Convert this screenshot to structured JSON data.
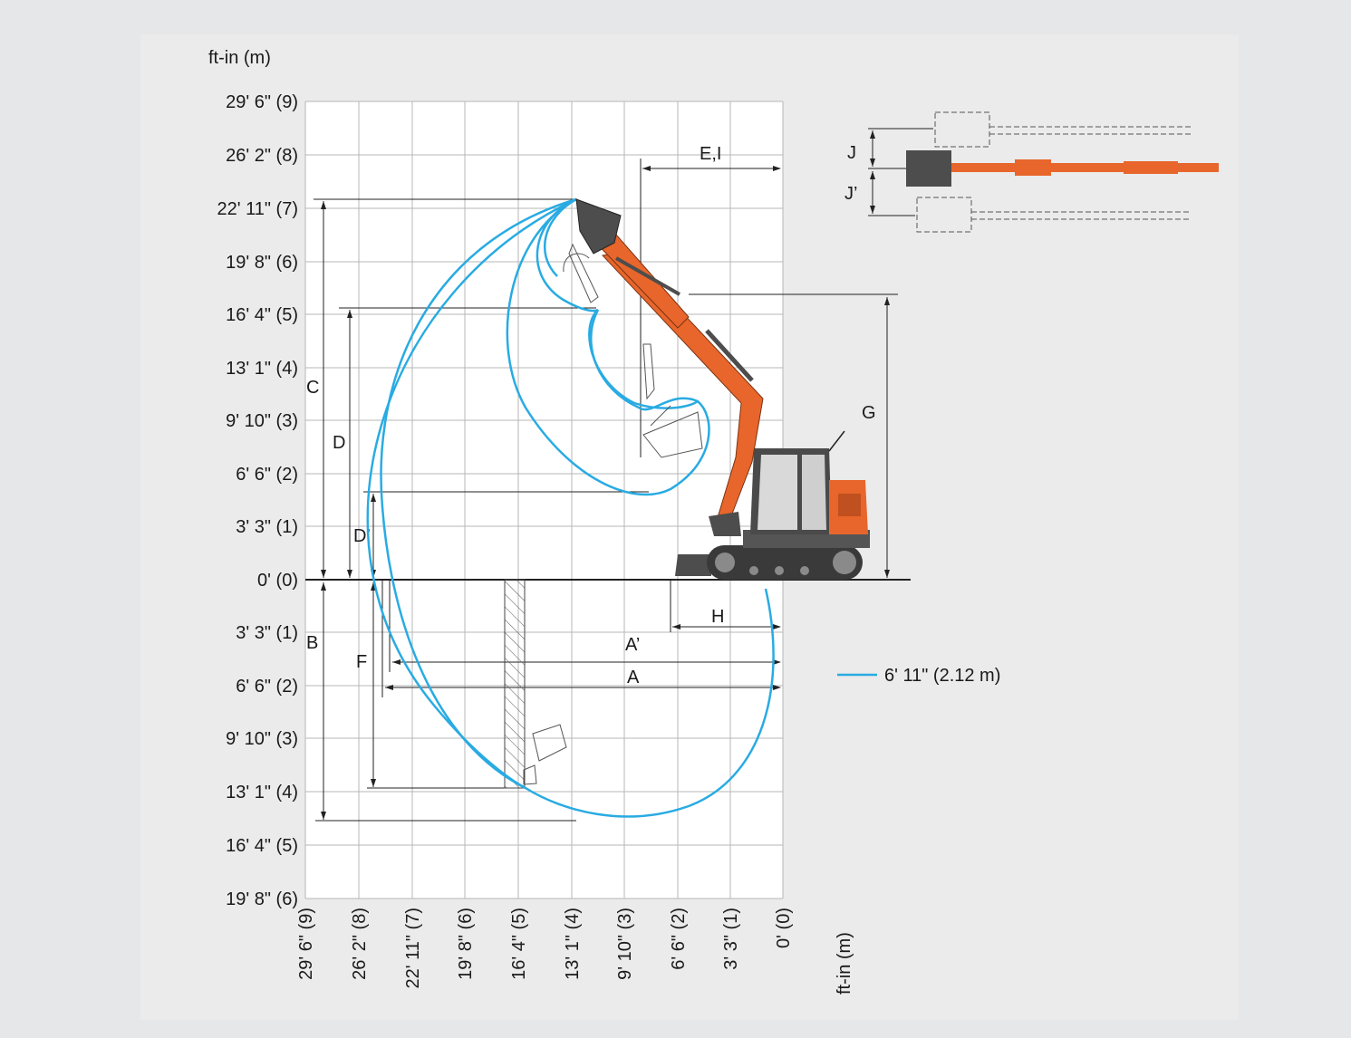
{
  "diagram": {
    "y_unit_label": "ft-in (m)",
    "x_unit_label": "ft-in  (m)",
    "y_ticks": [
      "29' 6\" (9)",
      "26'  2\" (8)",
      "22' 11\" (7)",
      "19' 8\" (6)",
      "16' 4\" (5)",
      "13' 1\" (4)",
      "9' 10\" (3)",
      "6' 6\" (2)",
      "3' 3\" (1)",
      "0' (0)",
      "3' 3\" (1)",
      "6' 6\" (2)",
      "9' 10\" (3)",
      "13' 1\" (4)",
      "16' 4\" (5)",
      "19' 8\" (6)"
    ],
    "x_ticks": [
      "29' 6\" (9)",
      "26' 2\" (8)",
      "22' 11\" (7)",
      "19' 8\" (6)",
      "16' 4\" (5)",
      "13' 1\" (4)",
      "9' 10\" (3)",
      "6' 6\" (2)",
      "3' 3\" (1)",
      "0' (0)"
    ],
    "dimension_labels": {
      "C": "C",
      "D": "D",
      "D_prime": "D’",
      "B": "B",
      "F": "F",
      "A": "A",
      "A_prime": "A’",
      "H": "H",
      "G": "G",
      "EI": "E,I",
      "J": "J",
      "J_prime": "J’"
    },
    "legend": {
      "label": "6' 11\" (2.12 m)",
      "color": "#29abe2"
    },
    "colors": {
      "machine": "#e8662b",
      "reach_curve": "#29abe2",
      "grid": "#b7b7b7"
    }
  }
}
